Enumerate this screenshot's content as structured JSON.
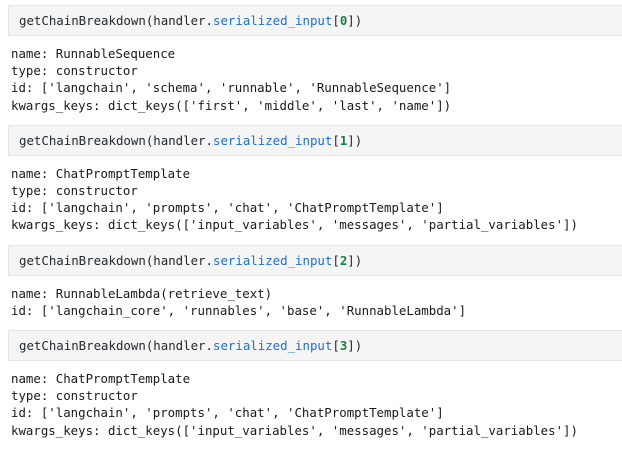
{
  "colors": {
    "page_background": "#ffffff",
    "header_background": "#f5f5f5",
    "header_border": "#e6e6e6",
    "text": "#1a1a1a",
    "attribute_blue": "#1f6fd0",
    "number_green": "#17803d"
  },
  "cells": [
    {
      "header": {
        "function_name": "getChainBreakdown",
        "open_paren": "(",
        "object": "handler",
        "dot": ".",
        "attribute": "serialized_input",
        "open_bracket": "[",
        "index": "0",
        "close_bracket": "]",
        "close_paren": ")"
      },
      "output_lines": [
        "name: RunnableSequence",
        "type: constructor",
        "id: ['langchain', 'schema', 'runnable', 'RunnableSequence']",
        "kwargs_keys: dict_keys(['first', 'middle', 'last', 'name'])"
      ]
    },
    {
      "header": {
        "function_name": "getChainBreakdown",
        "open_paren": "(",
        "object": "handler",
        "dot": ".",
        "attribute": "serialized_input",
        "open_bracket": "[",
        "index": "1",
        "close_bracket": "]",
        "close_paren": ")"
      },
      "output_lines": [
        "name: ChatPromptTemplate",
        "type: constructor",
        "id: ['langchain', 'prompts', 'chat', 'ChatPromptTemplate']",
        "kwargs_keys: dict_keys(['input_variables', 'messages', 'partial_variables'])"
      ]
    },
    {
      "header": {
        "function_name": "getChainBreakdown",
        "open_paren": "(",
        "object": "handler",
        "dot": ".",
        "attribute": "serialized_input",
        "open_bracket": "[",
        "index": "2",
        "close_bracket": "]",
        "close_paren": ")"
      },
      "output_lines": [
        "name: RunnableLambda(retrieve_text)",
        "id: ['langchain_core', 'runnables', 'base', 'RunnableLambda']"
      ]
    },
    {
      "header": {
        "function_name": "getChainBreakdown",
        "open_paren": "(",
        "object": "handler",
        "dot": ".",
        "attribute": "serialized_input",
        "open_bracket": "[",
        "index": "3",
        "close_bracket": "]",
        "close_paren": ")"
      },
      "output_lines": [
        "name: ChatPromptTemplate",
        "type: constructor",
        "id: ['langchain', 'prompts', 'chat', 'ChatPromptTemplate']",
        "kwargs_keys: dict_keys(['input_variables', 'messages', 'partial_variables'])"
      ]
    }
  ]
}
